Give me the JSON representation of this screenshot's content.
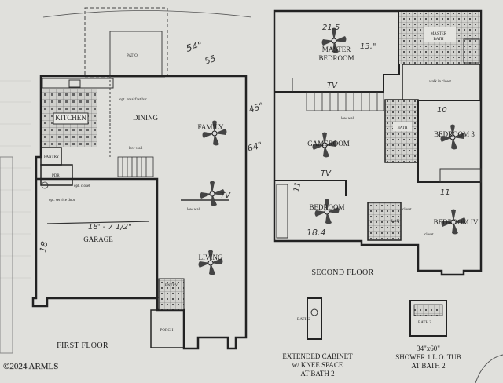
{
  "first_floor": {
    "title": "FIRST FLOOR",
    "rooms": {
      "kitchen": "KITCHEN",
      "dining": "DINING",
      "family": "FAMILY",
      "garage": "GARAGE",
      "living": "LIVING",
      "entry": "ENTRY",
      "porch": "PORCH",
      "patio": "PATIO",
      "pantry": "PANTRY",
      "powder": "PDR"
    }
  },
  "second_floor": {
    "title": "SECOND FLOOR",
    "rooms": {
      "master_bedroom_line1": "MASTER",
      "master_bedroom_line2": "BEDROOM",
      "master_bath_line1": "MASTER",
      "master_bath_line2": "BATH",
      "gameroom": "GAMEROOM",
      "bedroom_2": "BEDROOM",
      "bedroom_3": "BEDROOM 3",
      "bedroom_4": "BEDROOM IV",
      "bath": "BATH",
      "laundry": "LAU",
      "closet": "closet",
      "walkin_closet": "walk in closet"
    }
  },
  "details": {
    "extended_cabinet": [
      "EXTENDED CABINET",
      "w/ KNEE SPACE",
      "AT BATH 2"
    ],
    "tub": [
      "34\"x60\"",
      "SHOWER 1 L.O. TUB",
      "AT BATH 2"
    ],
    "bath2_label": "BATH 2"
  },
  "annotations": {
    "tv": "TV",
    "low_wall": "low wall",
    "opt_breakfast_bar": "opt. breakfast bar",
    "opt_closet": "opt. closet",
    "opt_service_door": "opt. service door",
    "hand_54": "54\"",
    "hand_55": "55",
    "hand_13": "13.\"",
    "hand_21": "21.5",
    "hand_45": "45\"",
    "hand_64": "64\"",
    "hand_garage_dim": "18' - 7 1/2\"",
    "hand_18": "18",
    "hand_184": "18.4",
    "hand_10": "10",
    "hand_11": "11",
    "hand_11b": "11"
  },
  "watermark": "©2024 ARMLS"
}
